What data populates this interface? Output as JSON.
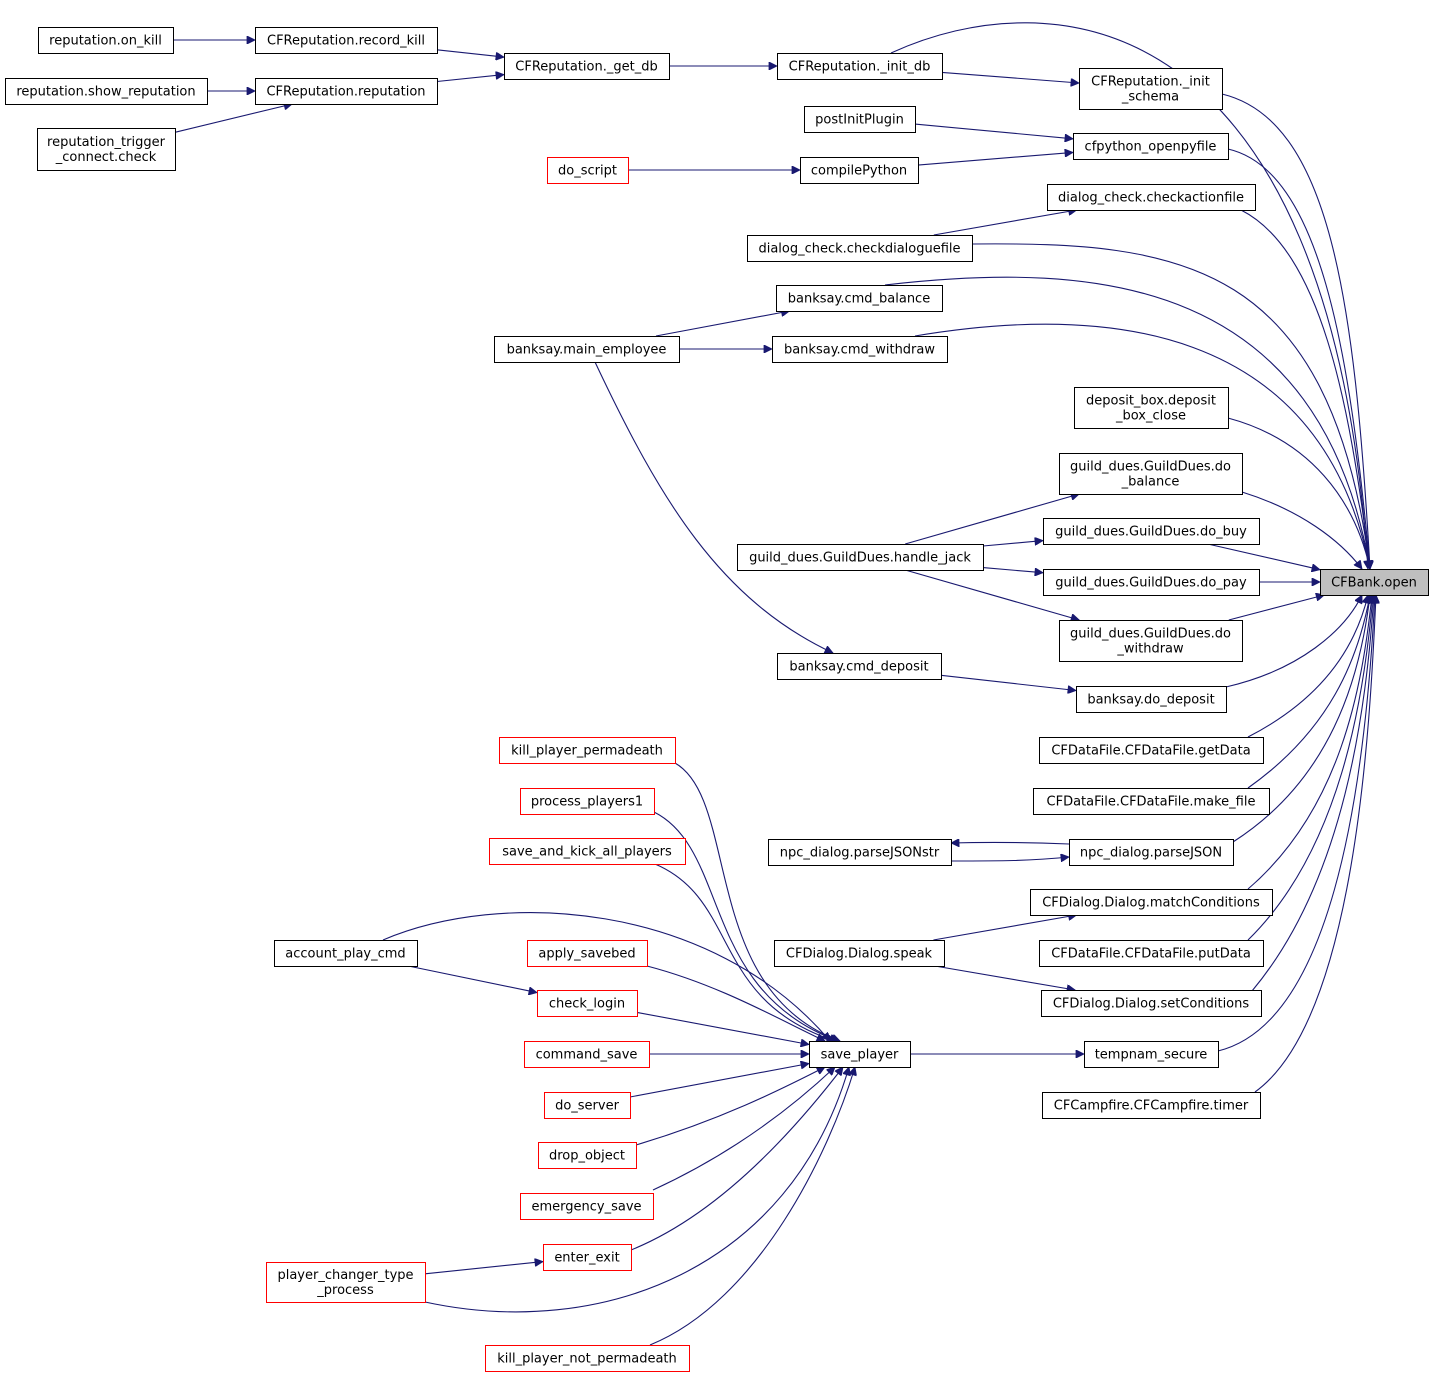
{
  "title": "CFBank.open",
  "colors": {
    "edge": "#191970",
    "node_border": "#000000",
    "node_border_missing_doc": "#ff0000",
    "root_fill": "#bfbfbf"
  },
  "nodes": [
    {
      "id": "cfbank_open",
      "lines": [
        "CFBank.open"
      ],
      "style": "root"
    },
    {
      "id": "rep_on_kill",
      "lines": [
        "reputation.on_kill"
      ],
      "style": "normal"
    },
    {
      "id": "rep_record_kill",
      "lines": [
        "CFReputation.record_kill"
      ],
      "style": "normal"
    },
    {
      "id": "rep_get_db",
      "lines": [
        "CFReputation._get_db"
      ],
      "style": "normal"
    },
    {
      "id": "rep_init_db",
      "lines": [
        "CFReputation._init_db"
      ],
      "style": "normal"
    },
    {
      "id": "rep_init_schema",
      "lines": [
        "CFReputation._init",
        "_schema"
      ],
      "style": "normal"
    },
    {
      "id": "rep_show",
      "lines": [
        "reputation.show_reputation"
      ],
      "style": "normal"
    },
    {
      "id": "rep_reputation",
      "lines": [
        "CFReputation.reputation"
      ],
      "style": "normal"
    },
    {
      "id": "rep_trigger",
      "lines": [
        "reputation_trigger",
        "_connect.check"
      ],
      "style": "normal"
    },
    {
      "id": "post_init",
      "lines": [
        "postInitPlugin"
      ],
      "style": "normal"
    },
    {
      "id": "cfpython_open",
      "lines": [
        "cfpython_openpyfile"
      ],
      "style": "normal"
    },
    {
      "id": "do_script",
      "lines": [
        "do_script"
      ],
      "style": "missing"
    },
    {
      "id": "compile_python",
      "lines": [
        "compilePython"
      ],
      "style": "normal"
    },
    {
      "id": "dlg_checkaction",
      "lines": [
        "dialog_check.checkactionfile"
      ],
      "style": "normal"
    },
    {
      "id": "dlg_checkdialogue",
      "lines": [
        "dialog_check.checkdialoguefile"
      ],
      "style": "normal"
    },
    {
      "id": "bank_cmd_balance",
      "lines": [
        "banksay.cmd_balance"
      ],
      "style": "normal"
    },
    {
      "id": "bank_main_employee",
      "lines": [
        "banksay.main_employee"
      ],
      "style": "normal"
    },
    {
      "id": "bank_cmd_withdraw",
      "lines": [
        "banksay.cmd_withdraw"
      ],
      "style": "normal"
    },
    {
      "id": "deposit_box_close",
      "lines": [
        "deposit_box.deposit",
        "_box_close"
      ],
      "style": "normal"
    },
    {
      "id": "gd_do_balance",
      "lines": [
        "guild_dues.GuildDues.do",
        "_balance"
      ],
      "style": "normal"
    },
    {
      "id": "gd_handle_jack",
      "lines": [
        "guild_dues.GuildDues.handle_jack"
      ],
      "style": "normal"
    },
    {
      "id": "gd_do_buy",
      "lines": [
        "guild_dues.GuildDues.do_buy"
      ],
      "style": "normal"
    },
    {
      "id": "gd_do_pay",
      "lines": [
        "guild_dues.GuildDues.do_pay"
      ],
      "style": "normal"
    },
    {
      "id": "gd_do_withdraw",
      "lines": [
        "guild_dues.GuildDues.do",
        "_withdraw"
      ],
      "style": "normal"
    },
    {
      "id": "bank_cmd_deposit",
      "lines": [
        "banksay.cmd_deposit"
      ],
      "style": "normal"
    },
    {
      "id": "bank_do_deposit",
      "lines": [
        "banksay.do_deposit"
      ],
      "style": "normal"
    },
    {
      "id": "df_getdata",
      "lines": [
        "CFDataFile.CFDataFile.getData"
      ],
      "style": "normal"
    },
    {
      "id": "df_make_file",
      "lines": [
        "CFDataFile.CFDataFile.make_file"
      ],
      "style": "normal"
    },
    {
      "id": "npc_parsejsonstr",
      "lines": [
        "npc_dialog.parseJSONstr"
      ],
      "style": "normal"
    },
    {
      "id": "npc_parsejson",
      "lines": [
        "npc_dialog.parseJSON"
      ],
      "style": "normal"
    },
    {
      "id": "dlg_matchcond",
      "lines": [
        "CFDialog.Dialog.matchConditions"
      ],
      "style": "normal"
    },
    {
      "id": "dlg_speak",
      "lines": [
        "CFDialog.Dialog.speak"
      ],
      "style": "normal"
    },
    {
      "id": "df_putdata",
      "lines": [
        "CFDataFile.CFDataFile.putData"
      ],
      "style": "normal"
    },
    {
      "id": "dlg_setcond",
      "lines": [
        "CFDialog.Dialog.setConditions"
      ],
      "style": "normal"
    },
    {
      "id": "tempnam_secure",
      "lines": [
        "tempnam_secure"
      ],
      "style": "normal"
    },
    {
      "id": "campfire_timer",
      "lines": [
        "CFCampfire.CFCampfire.timer"
      ],
      "style": "normal"
    },
    {
      "id": "save_player",
      "lines": [
        "save_player"
      ],
      "style": "normal"
    },
    {
      "id": "kill_permadeath",
      "lines": [
        "kill_player_permadeath"
      ],
      "style": "missing"
    },
    {
      "id": "process_players1",
      "lines": [
        "process_players1"
      ],
      "style": "missing"
    },
    {
      "id": "save_kick_all",
      "lines": [
        "save_and_kick_all_players"
      ],
      "style": "missing"
    },
    {
      "id": "account_play_cmd",
      "lines": [
        "account_play_cmd"
      ],
      "style": "normal"
    },
    {
      "id": "apply_savebed",
      "lines": [
        "apply_savebed"
      ],
      "style": "missing"
    },
    {
      "id": "check_login",
      "lines": [
        "check_login"
      ],
      "style": "missing"
    },
    {
      "id": "command_save",
      "lines": [
        "command_save"
      ],
      "style": "missing"
    },
    {
      "id": "do_server",
      "lines": [
        "do_server"
      ],
      "style": "missing"
    },
    {
      "id": "drop_object",
      "lines": [
        "drop_object"
      ],
      "style": "missing"
    },
    {
      "id": "emergency_save",
      "lines": [
        "emergency_save"
      ],
      "style": "missing"
    },
    {
      "id": "enter_exit",
      "lines": [
        "enter_exit"
      ],
      "style": "missing"
    },
    {
      "id": "player_changer",
      "lines": [
        "player_changer_type",
        "_process"
      ],
      "style": "missing"
    },
    {
      "id": "kill_not_permadeath",
      "lines": [
        "kill_player_not_permadeath"
      ],
      "style": "missing"
    }
  ],
  "edges": [
    {
      "from": "rep_on_kill",
      "to": "rep_record_kill"
    },
    {
      "from": "rep_record_kill",
      "to": "rep_get_db"
    },
    {
      "from": "rep_show",
      "to": "rep_reputation"
    },
    {
      "from": "rep_reputation",
      "to": "rep_get_db"
    },
    {
      "from": "rep_trigger",
      "to": "rep_reputation"
    },
    {
      "from": "rep_get_db",
      "to": "rep_init_db"
    },
    {
      "from": "rep_init_db",
      "to": "rep_init_schema"
    },
    {
      "from": "rep_init_db",
      "to": "cfbank_open"
    },
    {
      "from": "rep_init_schema",
      "to": "cfbank_open"
    },
    {
      "from": "post_init",
      "to": "cfpython_open"
    },
    {
      "from": "do_script",
      "to": "compile_python"
    },
    {
      "from": "compile_python",
      "to": "cfpython_open"
    },
    {
      "from": "cfpython_open",
      "to": "cfbank_open"
    },
    {
      "from": "dlg_checkdialogue",
      "to": "dlg_checkaction"
    },
    {
      "from": "dlg_checkaction",
      "to": "cfbank_open"
    },
    {
      "from": "dlg_checkdialogue",
      "to": "cfbank_open"
    },
    {
      "from": "bank_main_employee",
      "to": "bank_cmd_balance"
    },
    {
      "from": "bank_main_employee",
      "to": "bank_cmd_withdraw"
    },
    {
      "from": "bank_main_employee",
      "to": "bank_cmd_deposit"
    },
    {
      "from": "bank_cmd_balance",
      "to": "cfbank_open"
    },
    {
      "from": "bank_cmd_withdraw",
      "to": "cfbank_open"
    },
    {
      "from": "deposit_box_close",
      "to": "cfbank_open"
    },
    {
      "from": "gd_handle_jack",
      "to": "gd_do_balance"
    },
    {
      "from": "gd_handle_jack",
      "to": "gd_do_buy"
    },
    {
      "from": "gd_handle_jack",
      "to": "gd_do_pay"
    },
    {
      "from": "gd_handle_jack",
      "to": "gd_do_withdraw"
    },
    {
      "from": "gd_do_balance",
      "to": "cfbank_open"
    },
    {
      "from": "gd_do_buy",
      "to": "cfbank_open"
    },
    {
      "from": "gd_do_pay",
      "to": "cfbank_open"
    },
    {
      "from": "gd_do_withdraw",
      "to": "cfbank_open"
    },
    {
      "from": "bank_cmd_deposit",
      "to": "bank_do_deposit"
    },
    {
      "from": "bank_do_deposit",
      "to": "cfbank_open"
    },
    {
      "from": "df_getdata",
      "to": "cfbank_open"
    },
    {
      "from": "df_make_file",
      "to": "cfbank_open"
    },
    {
      "from": "npc_parsejson",
      "to": "npc_parsejsonstr"
    },
    {
      "from": "npc_parsejsonstr",
      "to": "npc_parsejson"
    },
    {
      "from": "npc_parsejson",
      "to": "cfbank_open"
    },
    {
      "from": "dlg_speak",
      "to": "dlg_matchcond"
    },
    {
      "from": "dlg_speak",
      "to": "dlg_setcond"
    },
    {
      "from": "dlg_matchcond",
      "to": "cfbank_open"
    },
    {
      "from": "df_putdata",
      "to": "cfbank_open"
    },
    {
      "from": "dlg_setcond",
      "to": "cfbank_open"
    },
    {
      "from": "save_player",
      "to": "tempnam_secure"
    },
    {
      "from": "tempnam_secure",
      "to": "cfbank_open"
    },
    {
      "from": "campfire_timer",
      "to": "cfbank_open"
    },
    {
      "from": "kill_permadeath",
      "to": "save_player"
    },
    {
      "from": "process_players1",
      "to": "save_player"
    },
    {
      "from": "save_kick_all",
      "to": "save_player"
    },
    {
      "from": "account_play_cmd",
      "to": "save_player"
    },
    {
      "from": "account_play_cmd",
      "to": "check_login"
    },
    {
      "from": "apply_savebed",
      "to": "save_player"
    },
    {
      "from": "check_login",
      "to": "save_player"
    },
    {
      "from": "command_save",
      "to": "save_player"
    },
    {
      "from": "do_server",
      "to": "save_player"
    },
    {
      "from": "drop_object",
      "to": "save_player"
    },
    {
      "from": "emergency_save",
      "to": "save_player"
    },
    {
      "from": "enter_exit",
      "to": "save_player"
    },
    {
      "from": "player_changer",
      "to": "enter_exit"
    },
    {
      "from": "player_changer",
      "to": "save_player"
    },
    {
      "from": "kill_not_permadeath",
      "to": "save_player"
    }
  ]
}
